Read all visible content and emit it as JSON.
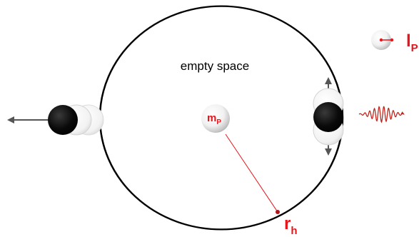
{
  "diagram": {
    "region_label": "empty space",
    "central_mass": {
      "symbol": "m",
      "subscript": "P"
    },
    "radius_label": {
      "symbol": "r",
      "subscript": "h"
    },
    "planck_length_label": {
      "symbol": "l",
      "subscript": "P"
    }
  },
  "colors": {
    "accent": "#e8141b",
    "ring": "#000000",
    "arrow": "#555555",
    "wave": "#c0281e"
  },
  "icons": [
    "horizon-circle",
    "central-mass-sphere",
    "escaping-particle",
    "oscillating-particle",
    "radiation-wave",
    "planck-length-sphere"
  ]
}
